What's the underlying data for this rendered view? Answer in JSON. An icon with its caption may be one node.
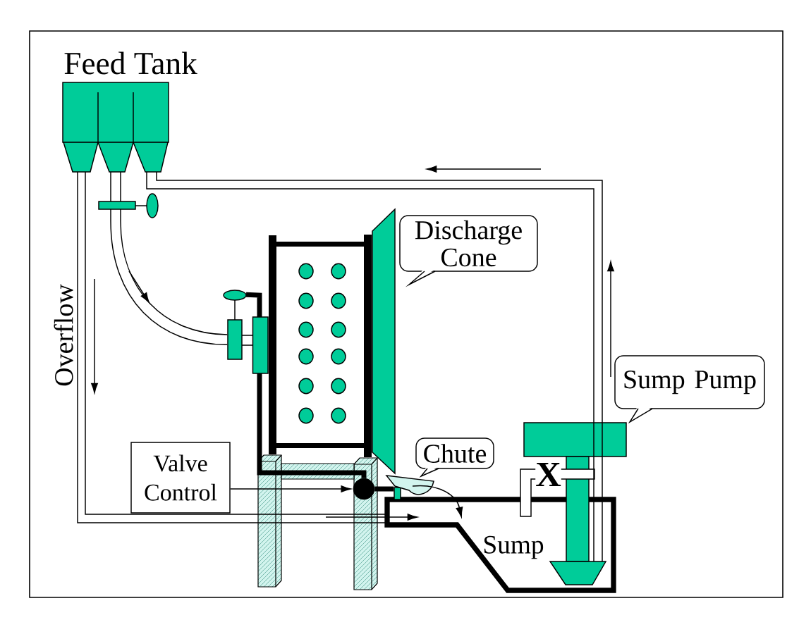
{
  "diagram": {
    "nodes": [
      {
        "text": [
          "Feed Tank"
        ]
      },
      {
        "text": [
          "Discharge Cone"
        ]
      },
      {
        "text": [],
        "shape": "box"
      },
      {
        "text": [
          "Sump Pump"
        ]
      },
      {
        "text": [
          "Chute"
        ]
      },
      {
        "text": [
          "Valve Control"
        ]
      },
      {
        "text": [],
        "shape": "circle"
      },
      {
        "text": [],
        "shape": "box"
      },
      {
        "text": [
          "Sump"
        ]
      }
    ],
    "edges": [
      {
        "from": 0,
        "to": 8,
        "arrow": "none"
      },
      {
        "from": 8,
        "to": 0,
        "arrow": "none"
      },
      {
        "from": 0,
        "to": 2,
        "arrow": "none"
      },
      {
        "from": 2,
        "to": 6,
        "arrow": "none",
        "style": "thick"
      },
      {
        "from": 5,
        "to": 6,
        "arrow": "to"
      },
      {
        "from": 6,
        "to": 7,
        "arrow": "none",
        "style": "thick"
      }
    ],
    "labels": [
      "Overflow",
      "X"
    ]
  }
}
